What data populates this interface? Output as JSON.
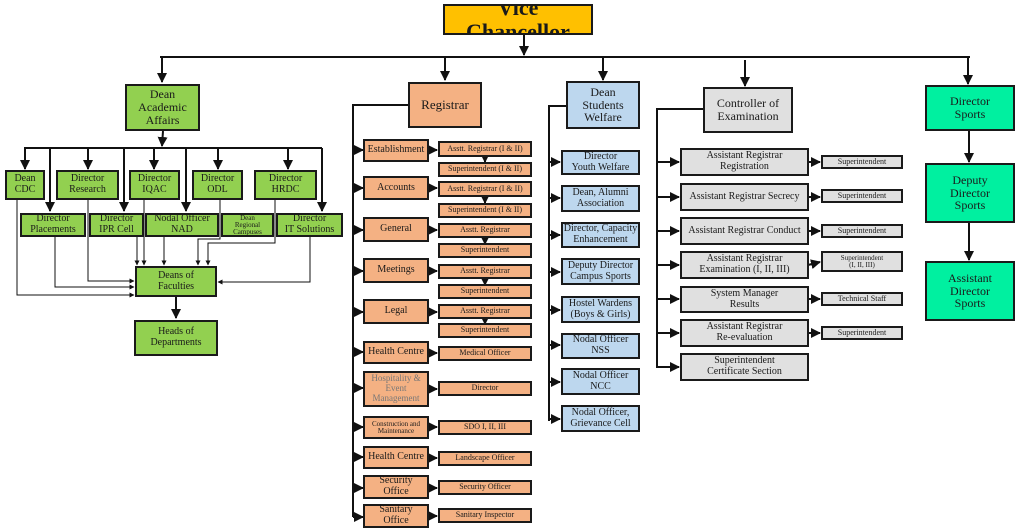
{
  "title": "Vice Chancellor",
  "colors": {
    "vice_chancellor": "#ffc000",
    "academic": "#92d050",
    "registrar": "#f4b183",
    "students_welfare": "#bdd7ee",
    "examination": "#e0e0e0",
    "sports": "#00f0a0"
  },
  "academic": {
    "head": "Dean\nAcademic\nAffairs",
    "row1": [
      "Dean\nCDC",
      "Director\nResearch",
      "Director\nIQAC",
      "Director\nODL",
      "Director\nHRDC"
    ],
    "row2": [
      "Director\nPlacements",
      "Director\nIPR Cell",
      "Nodal Officer\nNAD",
      "Dean\nRegional\nCampuses",
      "Director\nIT Solutions"
    ],
    "deans": "Deans of\nFaculties",
    "heads": "Heads of\nDepartments"
  },
  "registrar": {
    "head": "Registrar",
    "sections": [
      {
        "name": "Establishment",
        "subs": [
          "Asstt. Registrar (I & II)",
          "Superintendent (I & II)"
        ]
      },
      {
        "name": "Accounts",
        "subs": [
          "Asstt. Registrar (I & II)",
          "Superintendent (I & II)"
        ]
      },
      {
        "name": "General",
        "subs": [
          "Asstt. Registrar",
          "Superintendent"
        ]
      },
      {
        "name": "Meetings",
        "subs": [
          "Asstt. Registrar",
          "Superintendent"
        ]
      },
      {
        "name": "Legal",
        "subs": [
          "Asstt. Registrar",
          "Superintendent"
        ]
      },
      {
        "name": "Health Centre",
        "subs": [
          "Medical Officer"
        ]
      },
      {
        "name": "Hospitality &\nEvent\nManagement",
        "subs": [
          "Director"
        ]
      },
      {
        "name": "Construction and\nMaintenance",
        "subs": [
          "SDO I, II, III"
        ]
      },
      {
        "name": "Health Centre",
        "subs": [
          "Landscape Officer"
        ]
      },
      {
        "name": "Security\nOffice",
        "subs": [
          "Security Officer"
        ]
      },
      {
        "name": "Sanitary\nOffice",
        "subs": [
          "Sanitary Inspector"
        ]
      }
    ]
  },
  "students_welfare": {
    "head": "Dean\nStudents\nWelfare",
    "items": [
      "Director\nYouth Welfare",
      "Dean, Alumni\nAssociation",
      "Director, Capacity\nEnhancement",
      "Deputy Director\nCampus Sports",
      "Hostel Wardens\n(Boys & Girls)",
      "Nodal Officer\nNSS",
      "Nodal Officer\nNCC",
      "Nodal Officer,\nGrievance Cell"
    ]
  },
  "examination": {
    "head": "Controller of\nExamination",
    "items": [
      {
        "name": "Assistant Registrar\nRegistration",
        "sub": "Superintendent"
      },
      {
        "name": "Assistant Registrar Secrecy",
        "sub": "Superintendent"
      },
      {
        "name": "Assistant Registrar Conduct",
        "sub": "Superintendent"
      },
      {
        "name": "Assistant Registrar\nExamination (I, II, III)",
        "sub": "Superintendent\n(I, II, III)"
      },
      {
        "name": "System Manager\nResults",
        "sub": "Technical Staff"
      },
      {
        "name": "Assistant Registrar\nRe-evaluation",
        "sub": "Superintendent"
      },
      {
        "name": "Superintendent\nCertificate Section",
        "sub": null
      }
    ]
  },
  "sports": {
    "items": [
      "Director\nSports",
      "Deputy\nDirector\nSports",
      "Assistant\nDirector\nSports"
    ]
  }
}
